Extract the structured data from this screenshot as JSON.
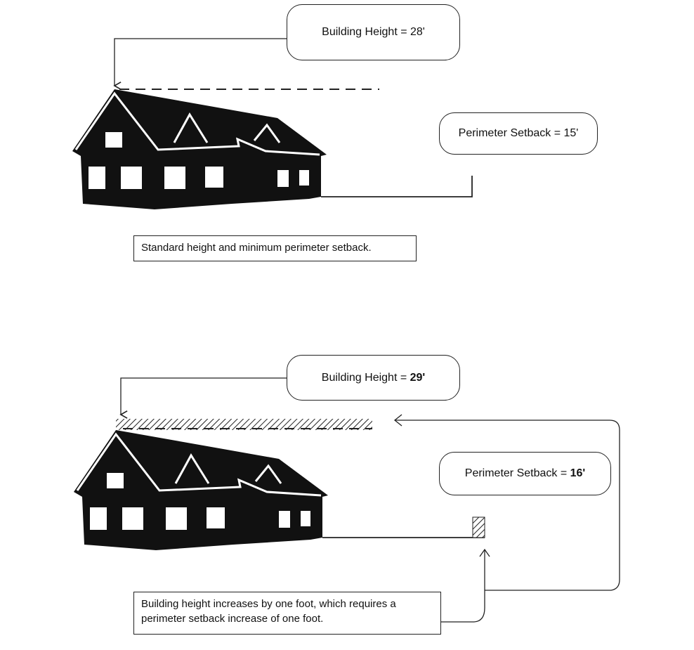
{
  "top": {
    "height_label": "Building Height = 28'",
    "setback_label": "Perimeter Setback = 15'",
    "caption": "Standard height and minimum perimeter setback."
  },
  "bottom": {
    "height_label_prefix": "Building Height = ",
    "height_value": "29'",
    "setback_label_prefix": "Perimeter Setback = ",
    "setback_value": "16'",
    "caption": "Building height increases by one foot, which requires a perimeter setback increase of one foot."
  }
}
